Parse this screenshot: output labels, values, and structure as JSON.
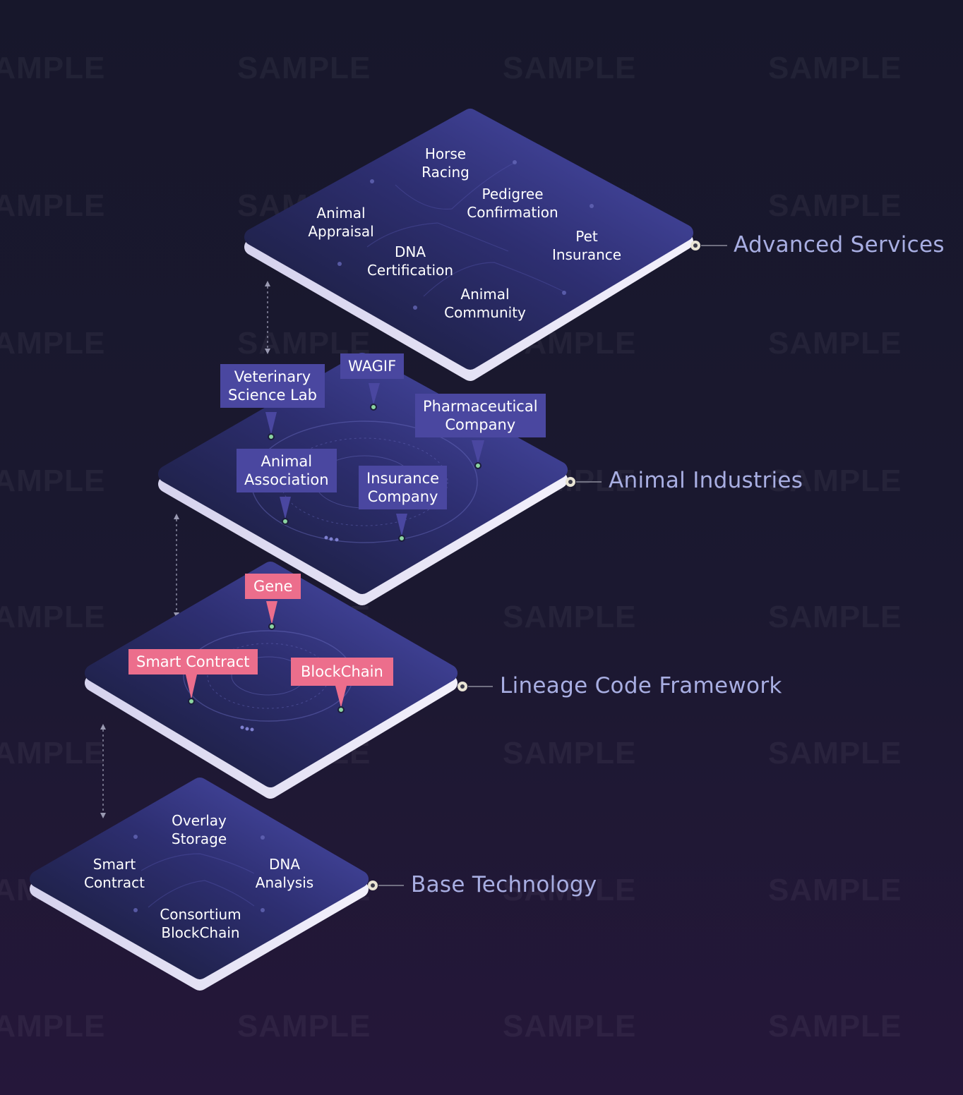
{
  "watermark": "SAMPLE",
  "colors": {
    "platform_light": "#4a4ba8",
    "platform_dark": "#181a35",
    "platform_edge": "#e4e2f6",
    "tag_blue": "#4a47a0",
    "tag_pink": "#ec6e8c",
    "label_text": "#a8aee2",
    "pin_dot": "#8bd4a0"
  },
  "layers": [
    {
      "label": "Advanced Services",
      "items": [
        {
          "text": "Horse\nRacing"
        },
        {
          "text": "Pedigree\nConfirmation"
        },
        {
          "text": "Animal\nAppraisal"
        },
        {
          "text": "DNA\nCertification"
        },
        {
          "text": "Pet\nInsurance"
        },
        {
          "text": "Animal\nCommunity"
        }
      ]
    },
    {
      "label": "Animal Industries",
      "tags": [
        {
          "text": "Veterinary\nScience Lab"
        },
        {
          "text": "WAGIF"
        },
        {
          "text": "Pharmaceutical\nCompany"
        },
        {
          "text": "Animal\nAssociation"
        },
        {
          "text": "Insurance\nCompany"
        }
      ]
    },
    {
      "label": "Lineage Code Framework",
      "tags": [
        {
          "text": "Gene"
        },
        {
          "text": "Smart Contract"
        },
        {
          "text": "BlockChain"
        }
      ]
    },
    {
      "label": "Base Technology",
      "items": [
        {
          "text": "Overlay\nStorage"
        },
        {
          "text": "Smart\nContract"
        },
        {
          "text": "DNA\nAnalysis"
        },
        {
          "text": "Consortium\nBlockChain"
        }
      ]
    }
  ]
}
